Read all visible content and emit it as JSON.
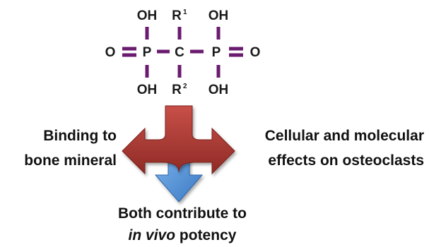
{
  "colors": {
    "bond": "#6a1b6f",
    "red_arrow": "#b8403a",
    "red_arrow_dark": "#8e2a25",
    "blue_arrow": "#5a9de3",
    "blue_arrow_dark": "#3a78c2",
    "text": "#111111"
  },
  "molecule": {
    "top_left_oh": "OH",
    "top_r": "R",
    "top_r_sup": "1",
    "top_right_oh": "OH",
    "left_o": "O",
    "left_p": "P",
    "center_c": "C",
    "right_p": "P",
    "right_o": "O",
    "bottom_left_oh": "OH",
    "bottom_r": "R",
    "bottom_r_sup": "2",
    "bottom_right_oh": "OH"
  },
  "labels": {
    "left_line1": "Binding to",
    "left_line2": "bone mineral",
    "right_line1": "Cellular and molecular",
    "right_line2": "effects on osteoclasts",
    "bottom_line1": "Both contribute to",
    "bottom_line2_italic": "in vivo",
    "bottom_line2_rest": " potency"
  }
}
